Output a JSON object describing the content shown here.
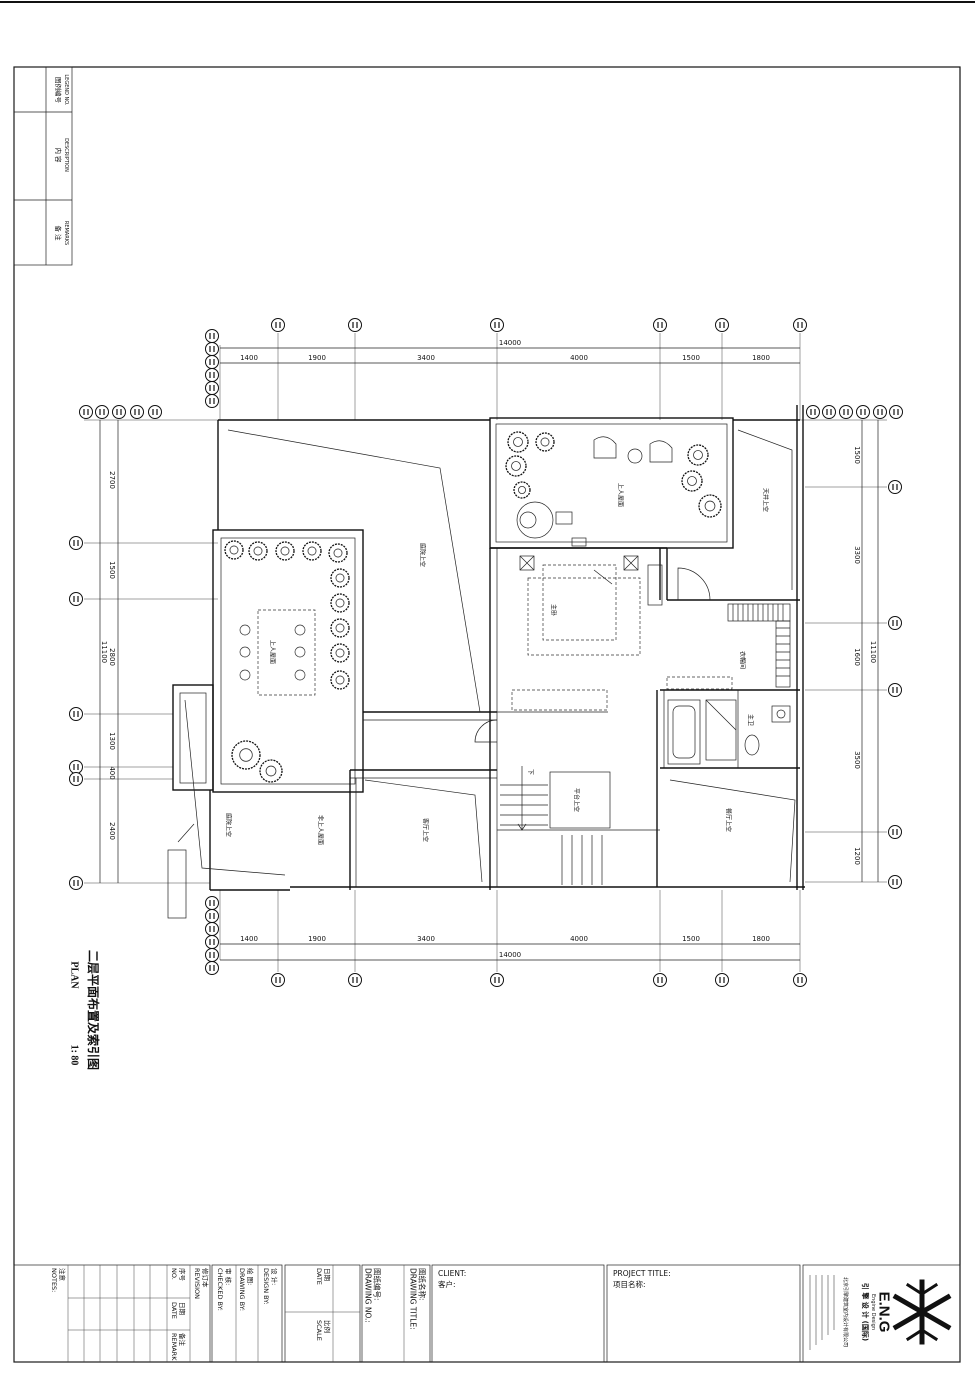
{
  "legend": {
    "legend_no_cn": "图例编号",
    "legend_no_en": "LEGEND NO.",
    "description_cn": "内 容",
    "description_en": "DESCRIPTION",
    "remarks_cn": "备 注",
    "remarks_en": "REMARKS"
  },
  "dims": {
    "top": [
      "1400",
      "1900",
      "3400",
      "4000",
      "1500",
      "1800"
    ],
    "top_total": "14000",
    "bottom": [
      "1400",
      "1900",
      "3400",
      "4000",
      "1500",
      "1800"
    ],
    "bottom_total": "14000",
    "left": [
      "2700",
      "1500",
      "2800",
      "1300",
      "400",
      "2400"
    ],
    "left_total": "11100",
    "right": [
      "1500",
      "3300",
      "1600",
      "3500",
      "1200"
    ],
    "right_total": "11100"
  },
  "rooms": {
    "top_void": "庭院上空",
    "roof_terrace_right": "上人屋面",
    "atrium_void": "天井上空",
    "master_bedroom": "主卧",
    "closet": "衣帽间",
    "master_bath": "主卫",
    "roof_terrace_left": "上人屋面",
    "platform_void": "平台上空",
    "living_void": "客厅上空",
    "non_accessible_roof": "非上人屋面",
    "courtyard_void_lower": "庭院上空",
    "dining_void": "餐厅上空",
    "stair_down": "下"
  },
  "drawing_title": {
    "cn": "二层平面布置及索引图",
    "plan": "PLAN",
    "scale": "1: 80"
  },
  "title_block": {
    "notes_en": "NOTES:",
    "notes_cn": "注意",
    "revision_en": "REVISION",
    "revision_cn": "修订本",
    "no_en": "NO.",
    "no_cn": "序号",
    "date_en": "DATE",
    "date_cn": "日期",
    "remark_en": "REMARK",
    "remark_cn": "备注",
    "design_by_en": "DESIGN BY:",
    "design_by_cn": "设 计:",
    "drawing_by_en": "DRAWING BY:",
    "drawing_by_cn": "绘 图:",
    "checked_by_en": "CHECKED BY:",
    "checked_by_cn": "审 核:",
    "date2_en": "DATE",
    "date2_cn": "日期",
    "scale_en": "SCALE",
    "scale_cn": "比例",
    "drawing_no_en": "DRAWING NO.:",
    "drawing_no_cn": "图纸编号:",
    "drawing_title_en": "DRAWING TITLE:",
    "drawing_title_cn": "图纸名称:",
    "client_en": "CLIENT:",
    "client_cn": "客户:",
    "project_title_en": "PROJECT TITLE:",
    "project_title_cn": "项目名称:"
  },
  "logo": {
    "mark": "E.N.G",
    "name_cn": "引 擎 设 计 (国际)",
    "name_en": "Engine Design",
    "company": "北京引擎建筑室内设计有限公司",
    "icon": "snowflake-logo-icon"
  }
}
